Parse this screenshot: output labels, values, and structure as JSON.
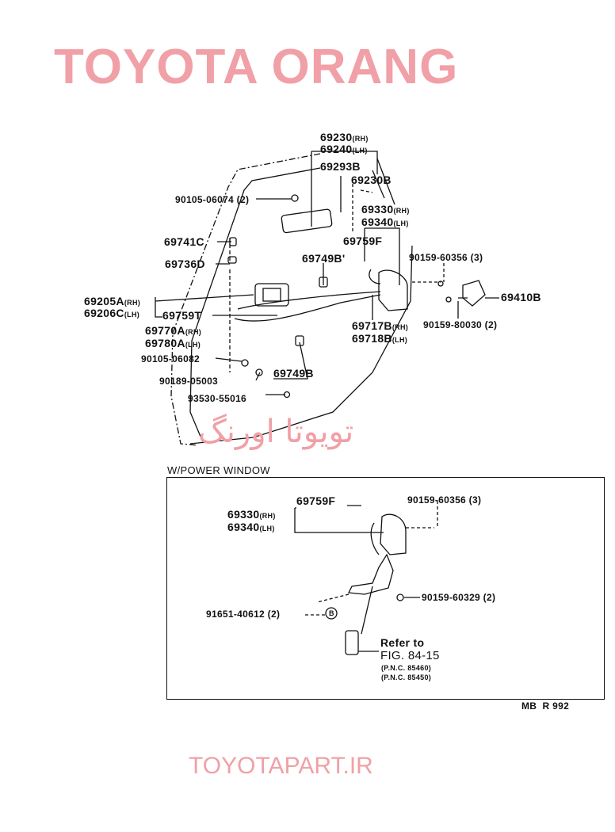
{
  "watermarks": {
    "latin": "TOYOTA ORANG",
    "persian": "تویوتا اورنگ",
    "site": "TOYOTAPART.IR"
  },
  "main_labels": {
    "p69230": "69230",
    "p69230_side": "(RH)",
    "p69240": "69240",
    "p69240_side": "(LH)",
    "p69293b": "69293B",
    "p69230b": "69230B",
    "p90105_06074": "90105-06074 (2)",
    "p69330": "69330",
    "p69330_side": "(RH)",
    "p69340": "69340",
    "p69340_side": "(LH)",
    "p69741c": "69741C",
    "p69759f": "69759F",
    "p69736d": "69736D",
    "p69749b_prime": "69749B'",
    "p90159_60356": "90159-60356 (3)",
    "p69205a": "69205A",
    "p69205a_side": "(RH)",
    "p69206c": "69206C",
    "p69206c_side": "(LH)",
    "p69759t": "69759T",
    "p69410b": "69410B",
    "p69770a": "69770A",
    "p69770a_side": "(RH)",
    "p69780a": "69780A",
    "p69780a_side": "(LH)",
    "p69717b": "69717B",
    "p69717b_side": "(RH)",
    "p69718b": "69718B",
    "p69718b_side": "(LH)",
    "p90159_80030": "90159-80030 (2)",
    "p90105_06082": "90105-06082",
    "p69749b": "69749B",
    "p90189_05003": "90189-05003",
    "p93530_55016": "93530-55016"
  },
  "power_window": {
    "title": "W/POWER WINDOW",
    "p69759f": "69759F",
    "p90159_60356": "90159-60356 (3)",
    "p69330": "69330",
    "p69330_side": "(RH)",
    "p69340": "69340",
    "p69340_side": "(LH)",
    "p90159_60329": "90159-60329 (2)",
    "p91651_40612": "91651-40612 (2)",
    "callout_b": "B",
    "refer_line1": "Refer to",
    "refer_line2": "FIG. 84-15",
    "pnc1": "(P.N.C. 85460)",
    "pnc2": "(P.N.C. 85450)"
  },
  "footer_code": "MB  R 992"
}
